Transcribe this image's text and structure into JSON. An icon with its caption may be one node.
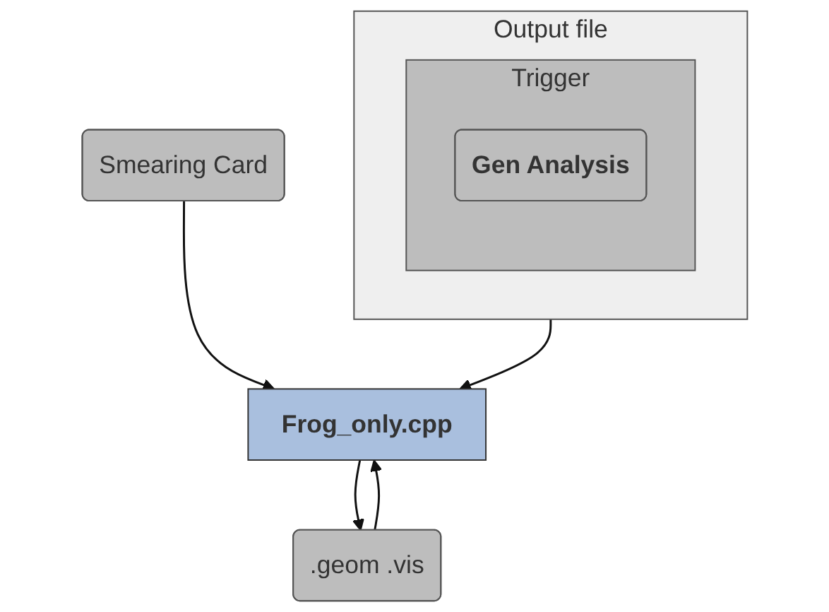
{
  "diagram": {
    "nodes": [
      {
        "text": [
          "Output file"
        ]
      },
      {
        "text": [
          "Trigger"
        ],
        "in": 0
      },
      {
        "text": [
          "Gen Analysis"
        ],
        "in": 1
      },
      {
        "text": [
          "Smearing Card"
        ]
      },
      {
        "text": [
          "Frog_only.cpp"
        ]
      },
      {
        "text": [
          ".geom .vis"
        ]
      }
    ],
    "edges": [
      {
        "from": 0,
        "to": 4,
        "arrow": "to"
      },
      {
        "from": 3,
        "to": 4,
        "arrow": "to"
      },
      {
        "from": 4,
        "to": 5,
        "arrow": "to"
      },
      {
        "from": 5,
        "to": 4,
        "arrow": "to"
      }
    ]
  }
}
